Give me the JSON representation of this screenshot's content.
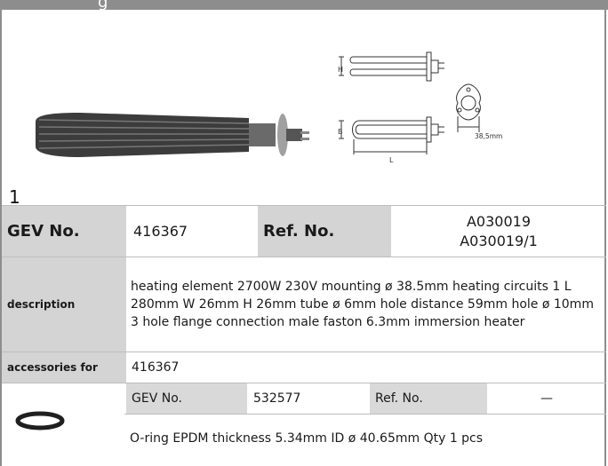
{
  "header": {
    "title_fragment": "g"
  },
  "product": {
    "number": "1",
    "dimension_labels": {
      "h": "H",
      "b": "B",
      "l": "L",
      "flange": "38,5mm"
    }
  },
  "main_row": {
    "gev_label": "GEV No.",
    "gev_value": "416367",
    "ref_label": "Ref. No.",
    "ref_values": [
      "A030019",
      "A030019/1"
    ]
  },
  "description": {
    "label": "description",
    "text": "heating element  2700W 230V mounting ø 38.5mm heating circuits 1 L 280mm W 26mm H 26mm tube ø 6mm hole distance 59mm hole ø 10mm 3 hole flange connection male faston 6.3mm immersion heater"
  },
  "accessories": {
    "label": "accessories for",
    "value": "416367"
  },
  "accessory_item": {
    "gev_label": "GEV No.",
    "gev_value": "532577",
    "ref_label": "Ref. No.",
    "ref_value": "—",
    "description": "O-ring  EPDM thickness 5.34mm ID ø 40.65mm Qty 1 pcs"
  },
  "colors": {
    "header_bg": "#d4d4d4",
    "border": "#8d8d8d"
  }
}
